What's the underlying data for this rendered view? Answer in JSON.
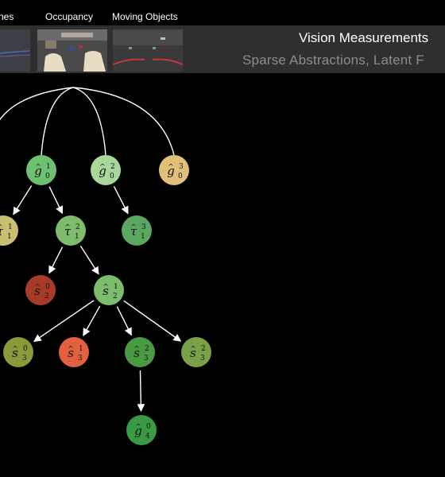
{
  "header": {
    "thumb_labels": [
      "nes",
      "Occupancy",
      "Moving Objects"
    ],
    "title": "Vision Measurements",
    "subtitle": "Sparse Abstractions, Latent F"
  },
  "colors": {
    "background": "#000000",
    "band": "#2f2f2f",
    "edge": "#ffffff"
  },
  "nodes": [
    {
      "id": "g0_1",
      "base": "g",
      "hat": "^",
      "sup": "1",
      "sub": "0",
      "color": "#6cc070"
    },
    {
      "id": "g0_2",
      "base": "g",
      "hat": "^",
      "sup": "2",
      "sub": "0",
      "color": "#a8d89a"
    },
    {
      "id": "g0_3",
      "base": "g",
      "hat": "^",
      "sup": "3",
      "sub": "0",
      "color": "#e0c07a"
    },
    {
      "id": "t1_1",
      "base": "τ",
      "hat": "^",
      "sup": "1",
      "sub": "1",
      "color": "#c8c070"
    },
    {
      "id": "t1_2",
      "base": "τ",
      "hat": "^",
      "sup": "2",
      "sub": "1",
      "color": "#7cbc6c"
    },
    {
      "id": "t1_3",
      "base": "τ",
      "hat": "^",
      "sup": "3",
      "sub": "1",
      "color": "#5aa860"
    },
    {
      "id": "s2_0",
      "base": "s",
      "hat": "^",
      "sup": "0",
      "sub": "2",
      "color": "#a83a2a"
    },
    {
      "id": "s2_1",
      "base": "s",
      "hat": "^",
      "sup": "1",
      "sub": "2",
      "color": "#7cbc6c"
    },
    {
      "id": "s3_0",
      "base": "s",
      "hat": "^",
      "sup": "0",
      "sub": "3",
      "color": "#8a9a3a"
    },
    {
      "id": "s3_1",
      "base": "s",
      "hat": "^",
      "sup": "1",
      "sub": "3",
      "color": "#e06040"
    },
    {
      "id": "s3_2a",
      "base": "s",
      "hat": "^",
      "sup": "2",
      "sub": "3",
      "color": "#4a9a44"
    },
    {
      "id": "s3_2b",
      "base": "s",
      "hat": "^",
      "sup": "2",
      "sub": "3",
      "color": "#7aa048"
    },
    {
      "id": "g4_0",
      "base": "g",
      "hat": "^",
      "sup": "0",
      "sub": "4",
      "color": "#3a9a44"
    }
  ],
  "edges": [
    {
      "from": "root",
      "to": "offleft",
      "arrow": false
    },
    {
      "from": "root",
      "to": "g0_1",
      "arrow": false
    },
    {
      "from": "root",
      "to": "g0_2",
      "arrow": false
    },
    {
      "from": "root",
      "to": "g0_3",
      "arrow": false
    },
    {
      "from": "g0_1",
      "to": "t1_1",
      "arrow": true
    },
    {
      "from": "g0_1",
      "to": "t1_2",
      "arrow": true
    },
    {
      "from": "g0_2",
      "to": "t1_3",
      "arrow": true
    },
    {
      "from": "t1_2",
      "to": "s2_0",
      "arrow": true
    },
    {
      "from": "t1_2",
      "to": "s2_1",
      "arrow": true
    },
    {
      "from": "s2_1",
      "to": "s3_0",
      "arrow": true
    },
    {
      "from": "s2_1",
      "to": "s3_1",
      "arrow": true
    },
    {
      "from": "s2_1",
      "to": "s3_2a",
      "arrow": true
    },
    {
      "from": "s2_1",
      "to": "s3_2b",
      "arrow": true
    },
    {
      "from": "s3_2a",
      "to": "g4_0",
      "arrow": true
    }
  ]
}
